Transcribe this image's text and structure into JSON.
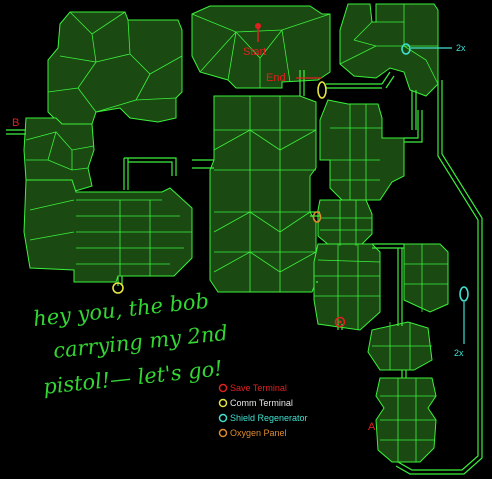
{
  "labels": {
    "start": "Start",
    "end": "End",
    "b": "B",
    "a": "A",
    "shield_multiplier_top": "2x",
    "shield_multiplier_right": "2x"
  },
  "note": {
    "line1": "hey you, the bob",
    "line2": "carrying my 2nd",
    "line3": "pistol!— let's go!"
  },
  "legend": [
    {
      "label": "Save Terminal",
      "color": "#e02020"
    },
    {
      "label": "Comm Terminal",
      "color": "#e6e640"
    },
    {
      "label": "Shield Regenerator",
      "color": "#40e0d0"
    },
    {
      "label": "Oxygen Panel",
      "color": "#e08a30"
    }
  ],
  "colors": {
    "background": "#000000",
    "room_fill": "#1a4a12",
    "wall": "#3cf03c",
    "marker_red": "#e02020",
    "marker_cyan": "#40e0d0"
  }
}
